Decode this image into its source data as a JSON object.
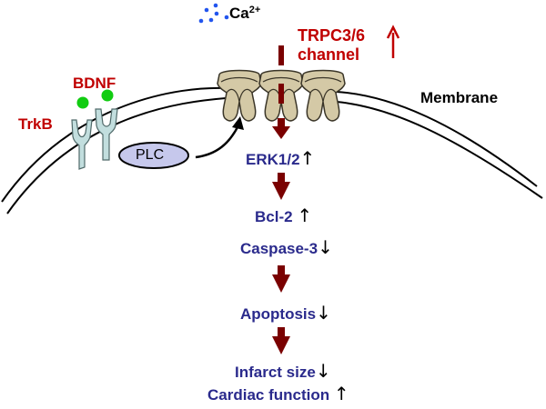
{
  "colors": {
    "red_label": "#c00000",
    "blue_label": "#2a2a8c",
    "cascade_arrow": "#7a0000",
    "channel_fill": "#d4c9a6",
    "receptor_fill": "#c2dede",
    "bdnf_ball": "#11cc11",
    "plc_fill": "#c6c8ec",
    "calcium_dot": "#2255ee"
  },
  "labels": {
    "calcium": "Ca",
    "calcium_superscript": "2+",
    "channel_line1": "TRPC3/6",
    "channel_line2": "channel",
    "bdnf": "BDNF",
    "trkb": "TrkB",
    "plc": "PLC",
    "membrane": "Membrane"
  },
  "cascade": [
    {
      "label": "ERK1/2",
      "change": "up",
      "glyph": "↑"
    },
    {
      "label": "Bcl-2",
      "change": "up",
      "glyph": "↑"
    },
    {
      "label": "Caspase-3",
      "change": "down",
      "glyph": "↓"
    },
    {
      "label": "Apoptosis",
      "change": "down",
      "glyph": "↓"
    },
    {
      "label": "Infarct size",
      "change": "down",
      "glyph": "↓"
    },
    {
      "label": "Cardiac function",
      "change": "up",
      "glyph": "↑"
    }
  ],
  "channel_change_glyph": "↑"
}
